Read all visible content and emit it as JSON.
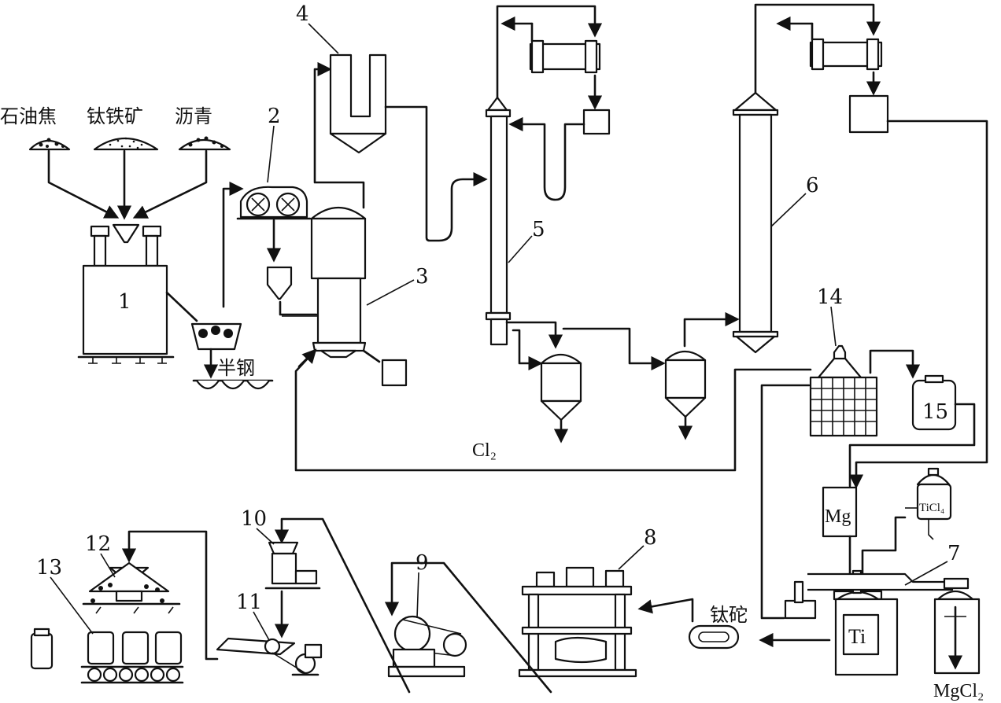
{
  "raw_materials": {
    "petroleum_coke": "石油焦",
    "ilmenite": "钛铁矿",
    "asphalt": "沥青"
  },
  "labels": {
    "semi_steel": "半钢",
    "chlorine": "Cl₂",
    "titanium_sponge": "钛砣",
    "magnesium": "Mg",
    "ticl4": "TiCl₄",
    "titanium": "Ti",
    "mgcl2": "MgCl₂"
  },
  "equipment_numbers": {
    "n1": "1",
    "n2": "2",
    "n3": "3",
    "n4": "4",
    "n5": "5",
    "n6": "6",
    "n7": "7",
    "n8": "8",
    "n9": "9",
    "n10": "10",
    "n11": "11",
    "n12": "12",
    "n13": "13",
    "n14": "14",
    "n15": "15"
  }
}
